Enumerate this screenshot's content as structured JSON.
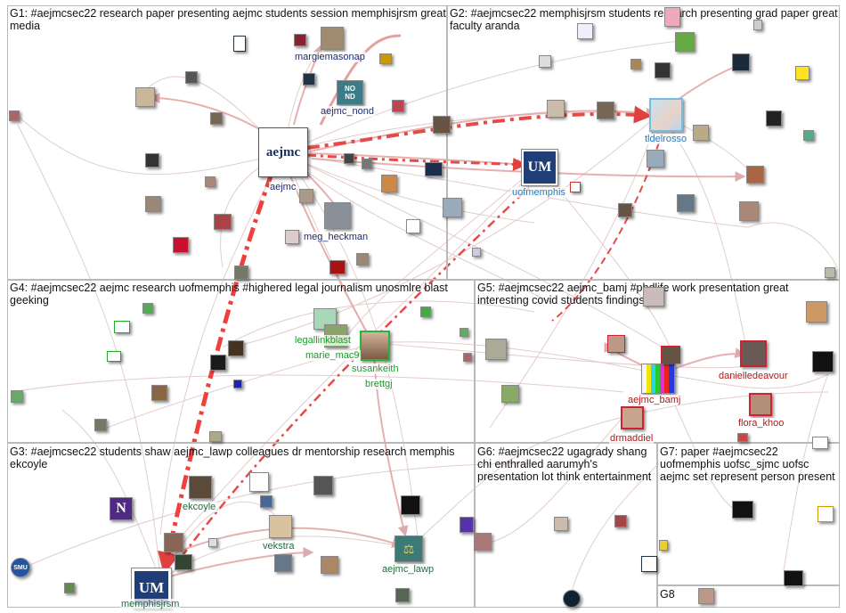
{
  "groups": [
    {
      "id": "G1",
      "title": "G1: #aejmcsec22 research paper presenting aejmc students session memphisjrsm great media"
    },
    {
      "id": "G2",
      "title": "G2: #aejmcsec22 memphisjrsm students research presenting grad paper great faculty aranda"
    },
    {
      "id": "G4",
      "title": "G4: #aejmcsec22 aejmc research uofmemphis #highered legal journalism unosmlre blast geeking"
    },
    {
      "id": "G5",
      "title": "G5: #aejmcsec22 aejmc_bamj #phdlife work presentation great interesting covid students findings"
    },
    {
      "id": "G3",
      "title": "G3: #aejmcsec22 students shaw aejmc_lawp colleagues dr mentorship research memphis ekcoyle"
    },
    {
      "id": "G6",
      "title": "G6: #aejmcsec22 ugagrady shang chi enthralled aarumyh's presentation lot think entertainment"
    },
    {
      "id": "G7",
      "title": "G7: paper #aejmcsec22 uofmemphis uofsc_sjmc uofsc aejmc set represent person present"
    },
    {
      "id": "G8",
      "title": "G8"
    }
  ],
  "labels": {
    "aejmc": "aejmc",
    "margiemasonap": "margiemasonap",
    "aejmc_nond": "aejmc_nond",
    "meg_heckman": "meg_heckman",
    "tldelrosso": "tldelrosso",
    "uofmemphis": "uofmemphis",
    "legallinkblast": "legallinkblast",
    "marie_mac9": "marie_mac9",
    "susankeith": "susankeith",
    "brettgj": "brettgj",
    "aejmc_bamj": "aejmc_bamj",
    "danielledeavour": "danielledeavour",
    "flora_khoo": "flora_khoo",
    "drmaddiel": "drmaddiel",
    "ekcoyle": "ekcoyle",
    "vekstra": "vekstra",
    "aejmc_lawp": "aejmc_lawp",
    "memphisjrsm": "memphisjrsm"
  },
  "logo_text": {
    "aejmc": "aejmc",
    "um": "UM",
    "nond": "NO ND",
    "smu": "SMU",
    "northwestern": "N"
  },
  "colors": {
    "edge": "#d9a6a6",
    "strong_edge": "#e0413f",
    "panel_border": "#b9b9b9",
    "g1_label": "#1f2a6b",
    "g2_label": "#2778b8",
    "g4_label": "#1c9a2a",
    "g5_label": "#b01818",
    "g3_label": "#1f6e3c"
  }
}
